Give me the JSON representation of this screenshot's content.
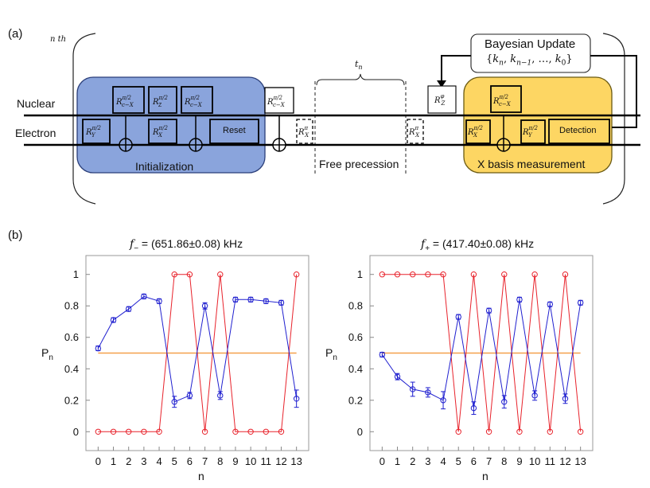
{
  "panel_a": {
    "label": "(a)",
    "loop_label": "n th",
    "tn_label": "t",
    "tn_sub": "n",
    "wires": {
      "nuclear": "Nuclear",
      "electron": "Electron"
    },
    "blocks": {
      "initialization": "Initialization",
      "free_precession": "Free precession",
      "x_basis": "X basis measurement",
      "reset": "Reset",
      "detection": "Detection"
    },
    "bayes": {
      "title": "Bayesian Update",
      "set": "{k_n, k_{n-1}, ..., k_0}"
    },
    "gates": {
      "ry_half": "R_Y^{π/2}",
      "rcx_half": "R_{c−X}^{π/2}",
      "rz_half": "R_Z^{π/2}",
      "rx_half": "R_X^{π/2}",
      "rx_pi": "R_X^π",
      "rz_phi": "R_Z^φ"
    },
    "colors": {
      "init_block": "#8aa4dc",
      "measure_block": "#fdd663",
      "wire": "#000000"
    }
  },
  "panel_b": {
    "label": "(b)"
  },
  "chart_data": [
    {
      "type": "line",
      "title": "f_− = (651.86±0.08) kHz",
      "title_symbol": "f",
      "title_sub": "−",
      "title_value": " = (651.86±0.08) kHz",
      "xlabel": "n",
      "ylabel": "P",
      "ylabel_sub": "n",
      "xlim": [
        -0.8,
        13.8
      ],
      "ylim": [
        -0.12,
        1.12
      ],
      "xticks": [
        0,
        1,
        2,
        3,
        4,
        5,
        6,
        7,
        8,
        9,
        10,
        11,
        12,
        13
      ],
      "yticks": [
        0,
        0.2,
        0.4,
        0.6,
        0.8,
        1
      ],
      "ytick_labels": [
        "0",
        "0.2",
        "0.4",
        "0.6",
        "0.8",
        "1"
      ],
      "reference_line": {
        "y": 0.5,
        "x_from": 0,
        "x_to": 13,
        "color": "#f5a04a"
      },
      "series": [
        {
          "color": "#e8222b",
          "x": [
            0,
            1,
            2,
            3,
            4,
            5,
            6,
            7,
            8,
            9,
            10,
            11,
            12,
            13
          ],
          "y": [
            0,
            0,
            0,
            0,
            0,
            1,
            1,
            0,
            1,
            0,
            0,
            0,
            0,
            1
          ]
        },
        {
          "color": "#1f1fcf",
          "x": [
            0,
            1,
            2,
            3,
            4,
            5,
            6,
            7,
            8,
            9,
            10,
            11,
            12,
            13
          ],
          "y": [
            0.53,
            0.71,
            0.78,
            0.86,
            0.83,
            0.19,
            0.23,
            0.8,
            0.23,
            0.84,
            0.84,
            0.83,
            0.82,
            0.21
          ],
          "err": [
            0.015,
            0.015,
            0.015,
            0.015,
            0.015,
            0.035,
            0.02,
            0.02,
            0.025,
            0.015,
            0.015,
            0.015,
            0.015,
            0.055
          ]
        }
      ]
    },
    {
      "type": "line",
      "title": "f_+ = (417.40±0.08) kHz",
      "title_symbol": "f",
      "title_sub": "+",
      "title_value": " = (417.40±0.08) kHz",
      "xlabel": "n",
      "ylabel": "P",
      "ylabel_sub": "n",
      "xlim": [
        -0.8,
        13.8
      ],
      "ylim": [
        -0.12,
        1.12
      ],
      "xticks": [
        0,
        1,
        2,
        3,
        4,
        5,
        6,
        7,
        8,
        9,
        10,
        11,
        12,
        13
      ],
      "yticks": [
        0,
        0.2,
        0.4,
        0.6,
        0.8,
        1
      ],
      "ytick_labels": [
        "0",
        "0.2",
        "0.4",
        "0.6",
        "0.8",
        "1"
      ],
      "reference_line": {
        "y": 0.5,
        "x_from": 0,
        "x_to": 13,
        "color": "#f5a04a"
      },
      "series": [
        {
          "color": "#e8222b",
          "x": [
            0,
            1,
            2,
            3,
            4,
            5,
            6,
            7,
            8,
            9,
            10,
            11,
            12,
            13
          ],
          "y": [
            1,
            1,
            1,
            1,
            1,
            0,
            1,
            0,
            1,
            0,
            1,
            0,
            1,
            0
          ]
        },
        {
          "color": "#1f1fcf",
          "x": [
            0,
            1,
            2,
            3,
            4,
            5,
            6,
            7,
            8,
            9,
            10,
            11,
            12,
            13
          ],
          "y": [
            0.49,
            0.35,
            0.27,
            0.25,
            0.2,
            0.73,
            0.15,
            0.77,
            0.19,
            0.84,
            0.23,
            0.81,
            0.21,
            0.82
          ],
          "err": [
            0.015,
            0.02,
            0.045,
            0.03,
            0.055,
            0.015,
            0.04,
            0.015,
            0.04,
            0.015,
            0.03,
            0.015,
            0.03,
            0.015
          ]
        }
      ]
    }
  ]
}
